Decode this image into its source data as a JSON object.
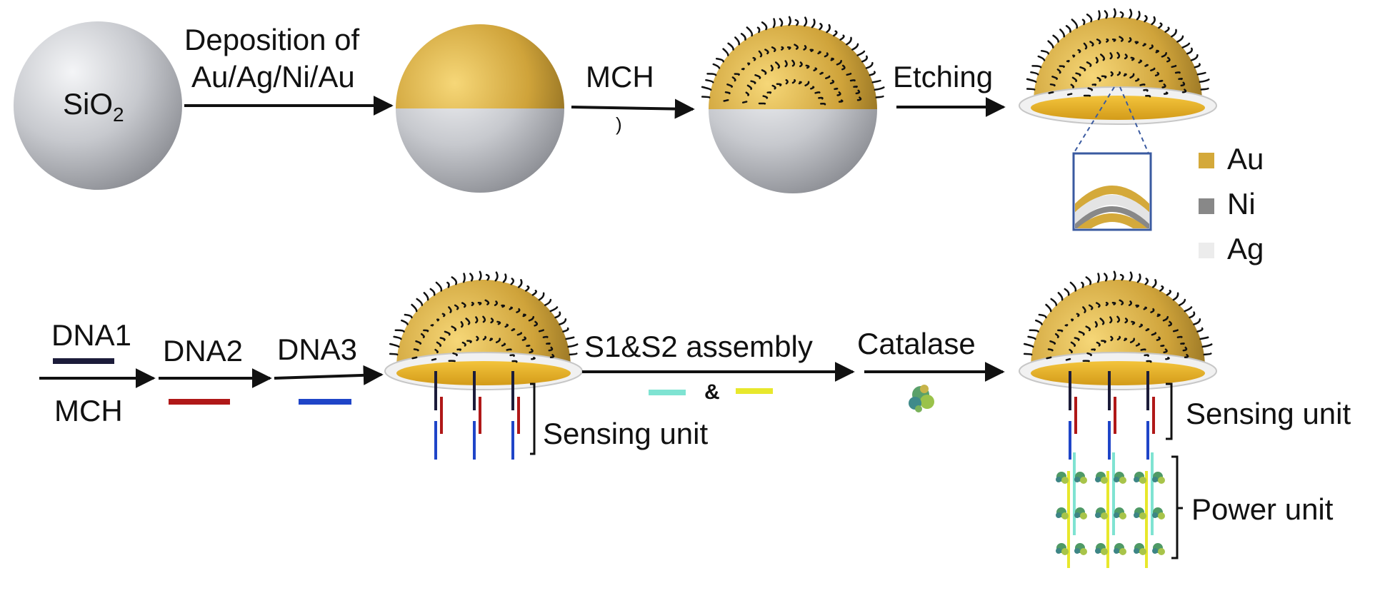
{
  "colors": {
    "gold": "#d4a93a",
    "gold_dark": "#8a6c1e",
    "silver": "#b9bcc2",
    "nickel": "#888888",
    "silver_ag": "#ececec",
    "dna1": "#1c1c3a",
    "dna2": "#b01818",
    "dna3": "#1f45c8",
    "s1": "#7fe3d2",
    "s2": "#e8e82c",
    "inset_frame": "#3a5aa0",
    "arrow": "#111111"
  },
  "row1": {
    "sphere_label_main": "SiO",
    "sphere_label_sub": "2",
    "step1_line1": "Deposition of",
    "step1_line2": "Au/Ag/Ni/Au",
    "step2": "MCH",
    "step2_mark": ")",
    "step3": "Etching"
  },
  "legend": {
    "items": [
      {
        "label": "Au",
        "color": "#d4a93a"
      },
      {
        "label": "Ni",
        "color": "#888888"
      },
      {
        "label": "Ag",
        "color": "#ececec"
      }
    ]
  },
  "row2": {
    "dna1": "DNA1",
    "mch": "MCH",
    "dna2": "DNA2",
    "dna3": "DNA3",
    "sensing1": "Sensing unit",
    "assembly": "S1&S2 assembly",
    "amp": "&",
    "catalase": "Catalase",
    "sensing2": "Sensing unit",
    "power": "Power unit"
  }
}
